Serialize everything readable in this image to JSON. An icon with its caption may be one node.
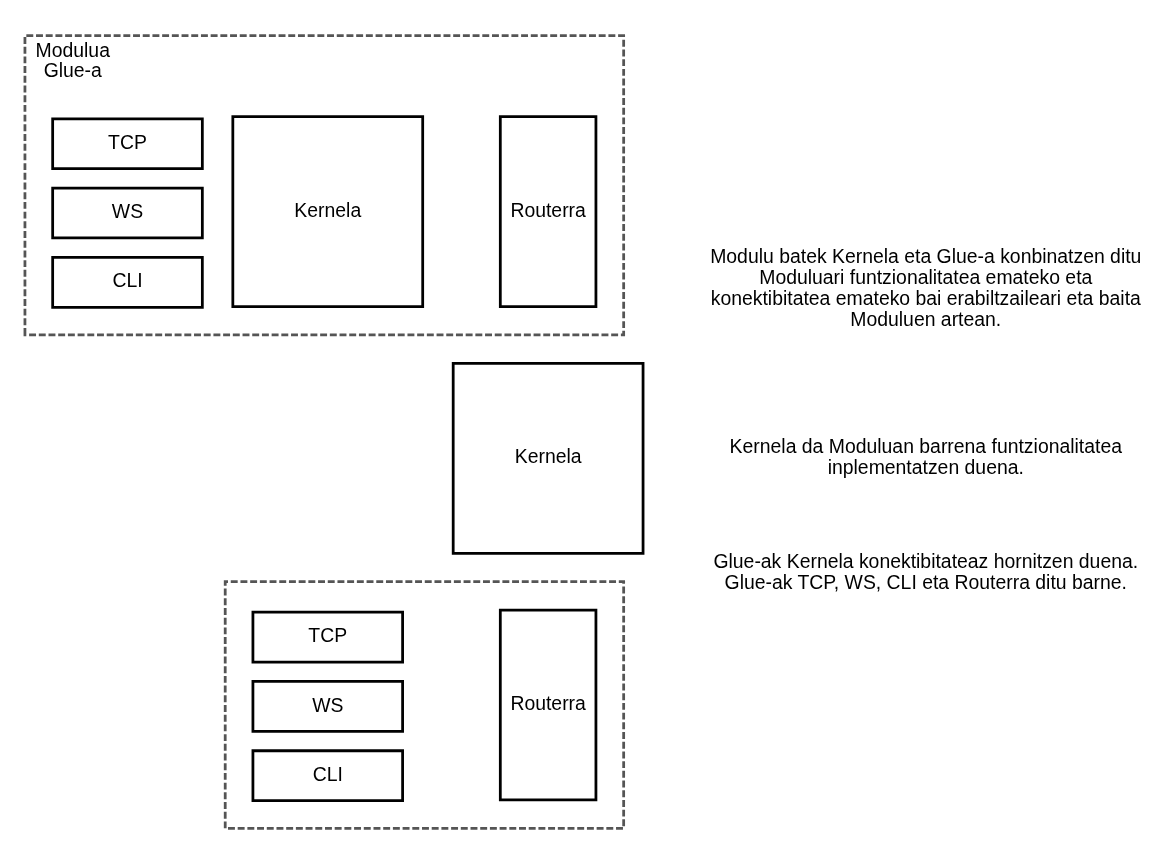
{
  "diagram": {
    "nodes": [
      {
        "text": [
          "Modulua",
          "Glue-a"
        ]
      },
      {
        "text": [
          "TCP"
        ],
        "in": 0
      },
      {
        "text": [
          "WS"
        ],
        "in": 0
      },
      {
        "text": [
          "CLI"
        ],
        "in": 0
      },
      {
        "text": [
          "Kernela"
        ],
        "in": 0
      },
      {
        "text": [
          "Routerra"
        ],
        "in": 0
      },
      {
        "text": [
          "Kernela"
        ]
      },
      {
        "text": [],
        "shape": "box"
      },
      {
        "text": [
          "TCP"
        ],
        "in": 7
      },
      {
        "text": [
          "WS"
        ],
        "in": 7
      },
      {
        "text": [
          "CLI"
        ],
        "in": 7
      },
      {
        "text": [
          "Routerra"
        ],
        "in": 7
      }
    ],
    "edges": [],
    "labels": [
      "Modulu batek Kernela eta Glue-a konbinatzen ditu Moduluari funtzionalitatea emateko eta konektibitatea emateko bai erabiltzaileari eta baita Moduluen artean.",
      "Kernela da Moduluan barrena funtzionalitatea inplementatzen duena.",
      "Glue-ak Kernela konektibitateaz hornitzen duena. Glue-ak TCP, WS, CLI eta Routerra ditu barne."
    ]
  }
}
